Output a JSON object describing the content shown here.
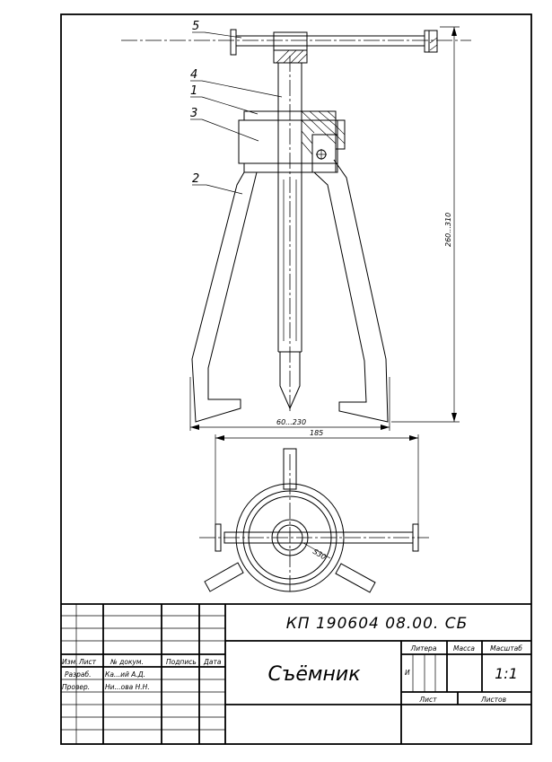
{
  "callouts": [
    "5",
    "4",
    "1",
    "3",
    "2"
  ],
  "dimensions": {
    "height_range": "260...310",
    "grip_range": "60...230",
    "overall_width": "185",
    "hex_size": "S30"
  },
  "title_block": {
    "document_code": "КП 190604 08.00. СБ",
    "product_name": "Съёмник",
    "header_labels": [
      "Изм.",
      "Лист",
      "№ докум.",
      "Подпись",
      "Дата"
    ],
    "roles": [
      "Разраб.",
      "Провер."
    ],
    "names": [
      "Ка...ий А.Д.",
      "Ни...ова Н.Н."
    ],
    "literature_label": "Литера",
    "mass_label": "Масса",
    "scale_label": "Масштаб",
    "literature_value": "И",
    "scale_value": "1:1",
    "sheet_label": "Лист",
    "sheets_label": "Листов"
  }
}
